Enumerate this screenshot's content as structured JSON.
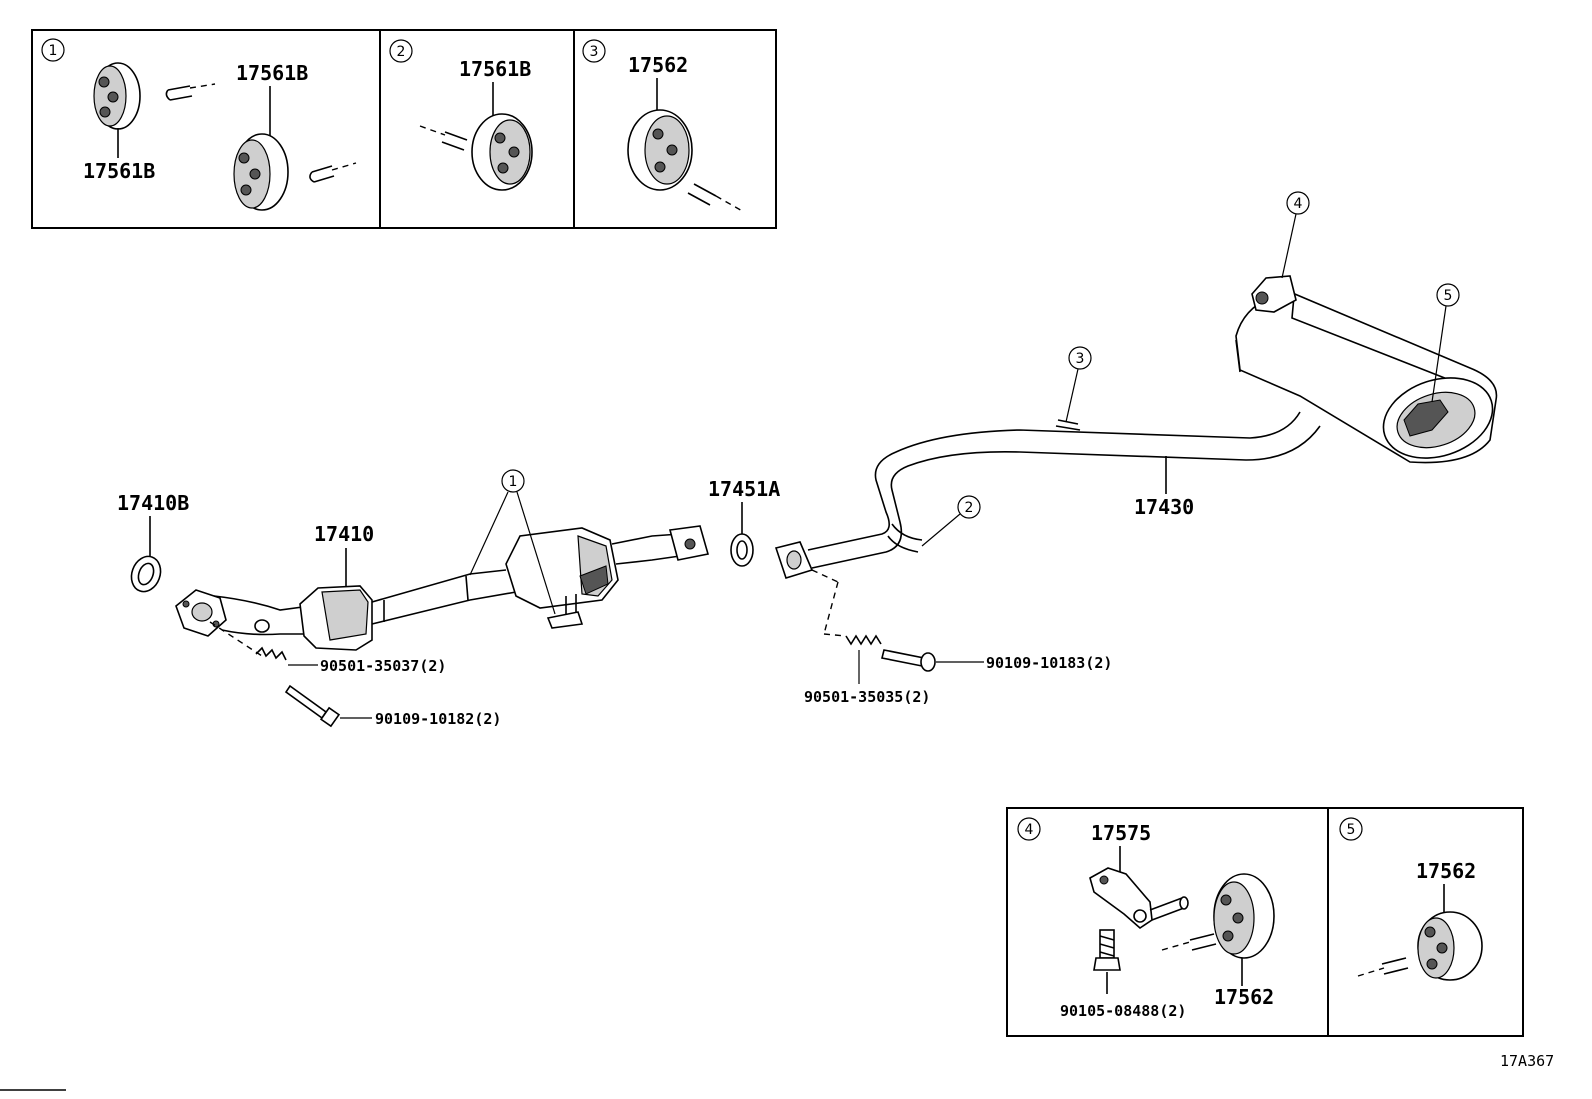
{
  "diagram_code": "17A367",
  "insets": {
    "inset1": {
      "index": "1",
      "label_top": "17561B",
      "label_bottom": "17561B"
    },
    "inset2": {
      "index": "2",
      "label": "17561B"
    },
    "inset3": {
      "index": "3",
      "label": "17562"
    },
    "inset4": {
      "index": "4",
      "label_bracket": "17575",
      "label_bolt": "90105-08488(2)",
      "label_mount": "17562"
    },
    "inset5": {
      "index": "5",
      "label": "17562"
    }
  },
  "callouts": {
    "c1": "1",
    "c2": "2",
    "c3": "3",
    "c4": "4",
    "c5": "5"
  },
  "parts": {
    "gasket_front": "17410B",
    "front_pipe": "17410",
    "gasket_mid": "17451A",
    "tail_pipe": "17430",
    "spring_front": "90501-35037(2)",
    "bolt_front": "90109-10182(2)",
    "spring_rear": "90501-35035(2)",
    "bolt_rear": "90109-10183(2)"
  }
}
